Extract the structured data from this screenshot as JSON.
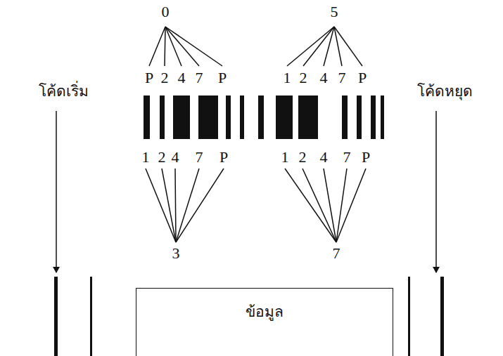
{
  "diagram": {
    "nodes": [
      {
        "text": [
          "ข้อมูล"
        ]
      }
    ],
    "labels": [
      "0",
      "5",
      "P",
      "2",
      "4",
      "7",
      "P",
      "1",
      "2",
      "4",
      "7",
      "P",
      "โค้ดเริ่ม",
      "โค้ดหยุด",
      "1",
      "2",
      "4",
      "7",
      "P",
      "1",
      "2",
      "4",
      "7",
      "P",
      "3",
      "7"
    ]
  }
}
